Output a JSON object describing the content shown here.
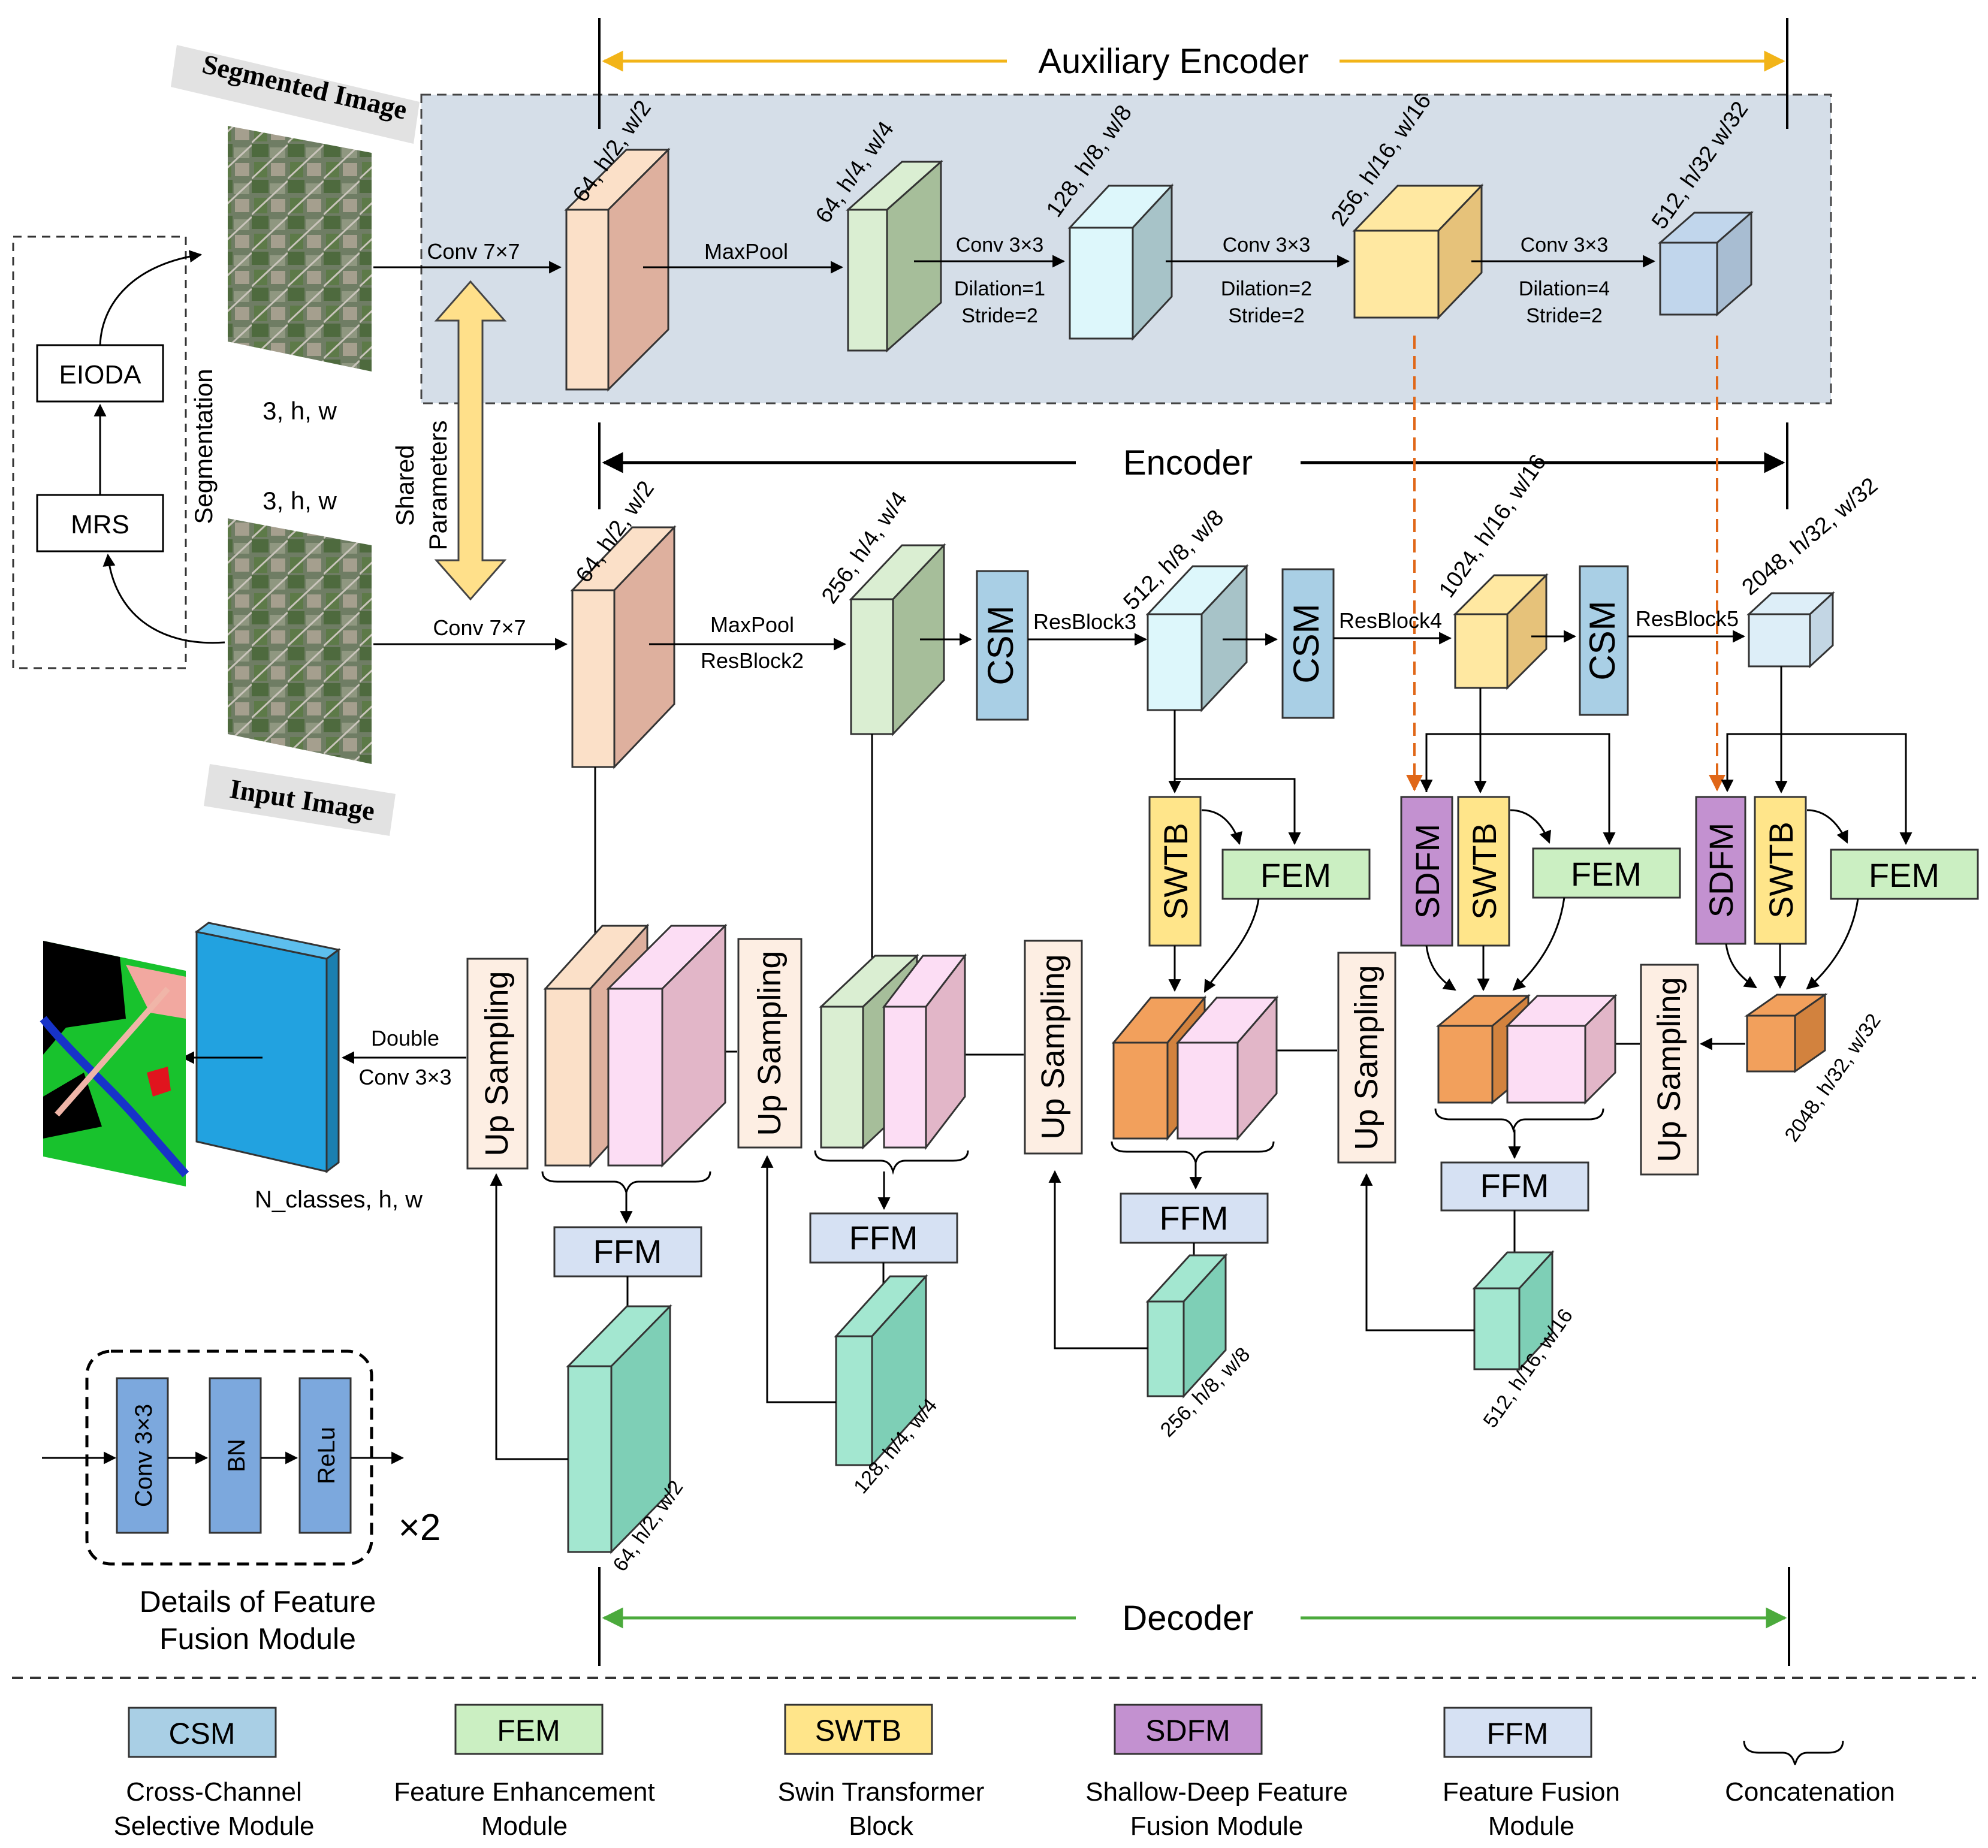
{
  "colors": {
    "peach": "#FBE0C8",
    "green": "#DAEED2",
    "cyan": "#DDF7FB",
    "yellow": "#FFE8A1",
    "blue": "#D5E6F5",
    "pink": "#FCDDF4",
    "orange": "#F2A05C",
    "mint": "#A3E7D0",
    "fem": "#CBEFC2",
    "csm": "#A9CFE5",
    "swtb": "#FFE58A",
    "sdfm": "#C391D0",
    "ffm": "#D6E1F3",
    "output": "#22A2E0",
    "aux_bg": "#D5DEE8",
    "auxiliary_arrow": "#F2B418",
    "decoder_arrow": "#4BAA3C",
    "dashed_link": "#E06718"
  },
  "sections": {
    "auxiliary_encoder": "Auxiliary Encoder",
    "encoder": "Encoder",
    "decoder": "Decoder"
  },
  "preprocess": {
    "eioda": "EIODA",
    "mrs": "MRS",
    "segmentation": "Segmentation",
    "segmented_image": "Segmented Image",
    "input_image": "Input Image",
    "dim_top": "3, h, w",
    "dim_bottom": "3, h, w",
    "shared_parameters_line1": "Shared",
    "shared_parameters_line2": "Parameters"
  },
  "aux": {
    "conv1": "Conv 7×7",
    "maxpool": "MaxPool",
    "conv2": "Conv 3×3",
    "conv2_dilation": "Dilation=1",
    "conv2_stride": "Stride=2",
    "conv3": "Conv 3×3",
    "conv3_dilation": "Dilation=2",
    "conv3_stride": "Stride=2",
    "conv4": "Conv 3×3",
    "conv4_dilation": "Dilation=4",
    "conv4_stride": "Stride=2",
    "dim1": "64, h/2, w/2",
    "dim2": "64, h/4, w/4",
    "dim3": "128, h/8, w/8",
    "dim4": "256, h/16, w/16",
    "dim5": "512, h/32 w/32"
  },
  "enc": {
    "conv1": "Conv 7×7",
    "maxpool": "MaxPool",
    "resblock2": "ResBlock2",
    "resblock3": "ResBlock3",
    "resblock4": "ResBlock4",
    "resblock5": "ResBlock5",
    "csm": "CSM",
    "dim1": "64, h/2, w/2",
    "dim2": "256, h/4, w/4",
    "dim3": "512, h/8, w/8",
    "dim4": "1024, h/16, w/16",
    "dim5": "2048, h/32, w/32"
  },
  "modules": {
    "swtb": "SWTB",
    "fem": "FEM",
    "sdfm": "SDFM",
    "ffm": "FFM",
    "up_sampling": "Up Sampling"
  },
  "dec": {
    "dim_orange": "2048, h/32, w/32",
    "dim_ffm4": "512, h/16, w/16",
    "dim_ffm3": "256, h/8, w/8",
    "dim_ffm2": "128, h/4, w/4",
    "dim_ffm1": "64, h/2, w/2",
    "double": "Double",
    "double_conv": "Conv 3×3",
    "n_classes": "N_classes, h, w"
  },
  "ffm_detail": {
    "conv": "Conv 3×3",
    "bn": "BN",
    "relu": "ReLu",
    "times": "×2",
    "caption_line1": "Details of Feature",
    "caption_line2": "Fusion Module"
  },
  "legend": [
    {
      "key": "CSM",
      "line1": "Cross-Channel",
      "line2": "Selective Module"
    },
    {
      "key": "FEM",
      "line1": "Feature Enhancement",
      "line2": "Module"
    },
    {
      "key": "SWTB",
      "line1": "Swin Transformer",
      "line2": "Block"
    },
    {
      "key": "SDFM",
      "line1": "Shallow-Deep Feature",
      "line2": "Fusion Module"
    },
    {
      "key": "FFM",
      "line1": "Feature Fusion",
      "line2": "Module"
    },
    {
      "key": "",
      "line1": "Concatenation",
      "line2": ""
    }
  ]
}
